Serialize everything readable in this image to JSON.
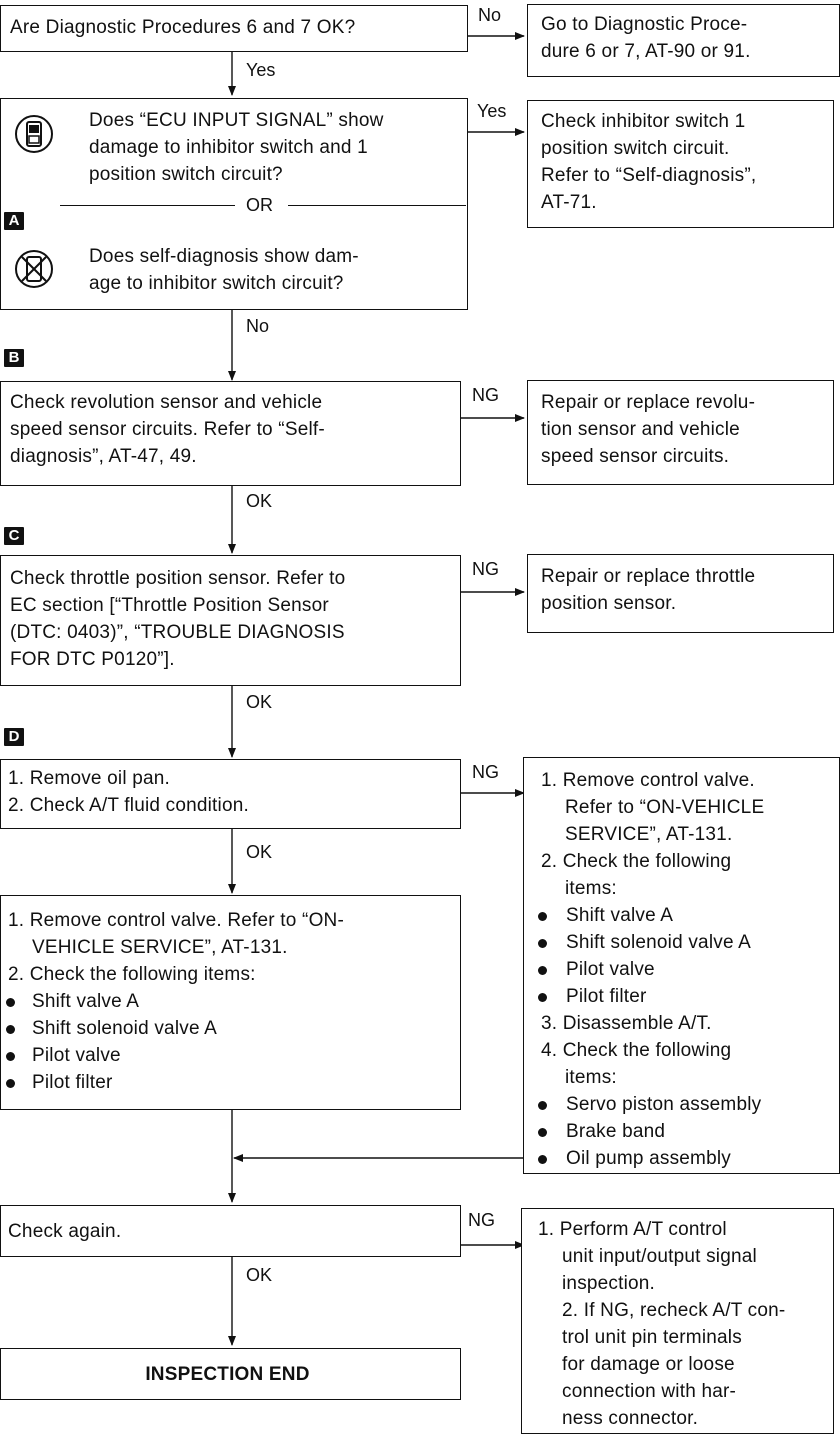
{
  "q1": {
    "text": "Are Diagnostic Procedures 6 and 7 OK?",
    "no_label": "No",
    "yes_label": "Yes",
    "no_action": "Go to Diagnostic Proce-\ndure 6 or 7, AT-90 or 91."
  },
  "q2": {
    "text_a": "Does “ECU INPUT SIGNAL” show\ndamage to inhibitor switch and 1\nposition switch circuit?",
    "or_label": "OR",
    "text_b": "Does self-diagnosis show dam-\nage to inhibitor switch circuit?",
    "section": "A",
    "yes_label": "Yes",
    "no_label": "No",
    "yes_action": "Check inhibitor switch 1\nposition switch circuit.\nRefer to “Self-diagnosis”,\nAT-71."
  },
  "stepB": {
    "section": "B",
    "text": "Check revolution sensor and vehicle\nspeed sensor circuits. Refer to “Self-\ndiagnosis”, AT-47, 49.",
    "ng_label": "NG",
    "ok_label": "OK",
    "ng_action": "Repair or replace revolu-\ntion sensor and vehicle\nspeed sensor circuits."
  },
  "stepC": {
    "section": "C",
    "text": "Check throttle position sensor. Refer to\nEC section [“Throttle Position Sensor\n(DTC: 0403)”, “TROUBLE DIAGNOSIS\nFOR DTC P0120”].",
    "ng_label": "NG",
    "ok_label": "OK",
    "ng_action": "Repair or replace throttle\nposition sensor."
  },
  "stepD": {
    "section": "D",
    "line1": "1. Remove oil pan.",
    "line2": "2. Check A/T fluid condition.",
    "ng_label": "NG",
    "ok_label": "OK",
    "ng_action": {
      "s1": "1. Remove control valve.\nRefer to “ON-VEHICLE\nSERVICE”, AT-131.",
      "s2": "2. Check the following\nitems:",
      "b1": "Shift valve A",
      "b2": "Shift solenoid valve A",
      "b3": "Pilot valve",
      "b4": "Pilot filter",
      "s3": "3. Disassemble A/T.",
      "s4": "4. Check the following\nitems:",
      "b5": "Servo piston assembly",
      "b6": "Brake band",
      "b7": "Oil pump assembly"
    },
    "ok_action": {
      "s1": "1. Remove control valve. Refer to “ON-\nVEHICLE SERVICE”, AT-131.",
      "s2": "2. Check the following items:",
      "b1": "Shift valve A",
      "b2": "Shift solenoid valve A",
      "b3": "Pilot valve",
      "b4": "Pilot filter"
    }
  },
  "final": {
    "check_again": "Check again.",
    "ng_label": "NG",
    "ok_label": "OK",
    "end": "INSPECTION END",
    "ng_action": "1. Perform A/T control\nunit input/output signal\ninspection.\n2. If NG, recheck A/T con-\ntrol unit pin terminals\nfor damage or loose\nconnection with har-\nness connector."
  }
}
